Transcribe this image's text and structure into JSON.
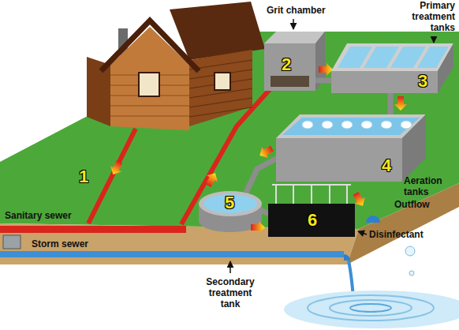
{
  "diagram": {
    "labels": [
      "Grit chamber",
      "Primary treatment tanks",
      "2",
      "3",
      "1",
      "4",
      "Aeration tanks",
      "5",
      "Sanitary sewer",
      "Outflow",
      "6",
      "Disinfectant",
      "Storm sewer",
      "Secondary treatment tank"
    ]
  }
}
